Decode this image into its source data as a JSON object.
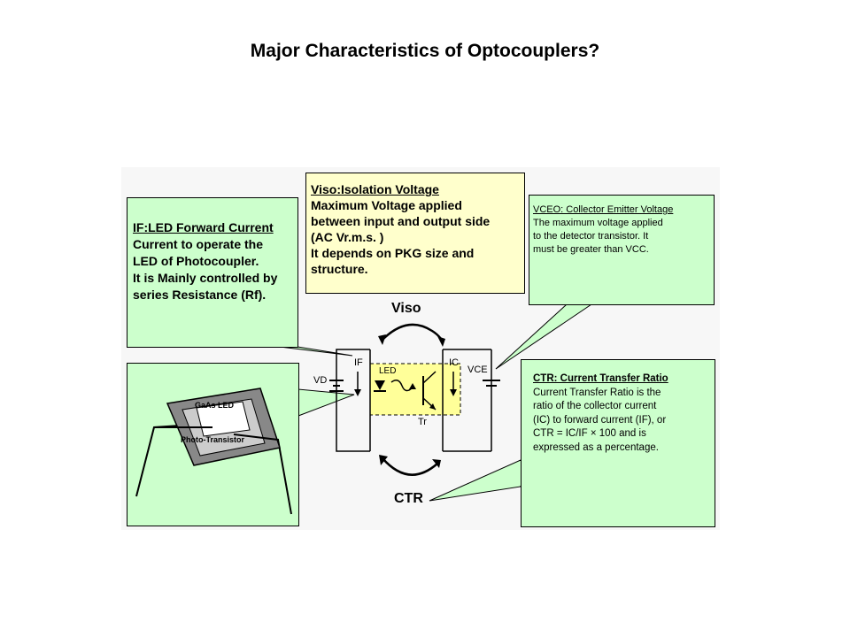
{
  "title": "Major Characteristics of Optocouplers?",
  "if_box": {
    "heading": "IF:LED Forward Current",
    "lines": [
      "Current to operate the",
      "LED of Photocoupler.",
      "It is Mainly controlled by",
      "series Resistance (Rf)."
    ]
  },
  "viso_box": {
    "heading": "Viso:Isolation Voltage",
    "lines": [
      "Maximum Voltage applied",
      "between input and output side",
      "(AC Vr.m.s. )",
      "It depends on PKG size and",
      "structure."
    ]
  },
  "vceo_box": {
    "heading": "VCEO: Collector Emitter Voltage",
    "lines": [
      "The maximum voltage applied",
      "to the detector transistor.  It",
      "must be greater than VCC."
    ]
  },
  "ctr_box": {
    "heading": "CTR: Current Transfer Ratio",
    "lines": [
      "Current Transfer Ratio is the",
      "ratio of the collector current",
      "(IC) to forward current (IF), or",
      "CTR = IC/IF × 100 and is",
      "expressed as a percentage."
    ]
  },
  "circuit": {
    "viso": "Viso",
    "ctr": "CTR",
    "vd": "VD",
    "if": "IF",
    "led": "LED",
    "ic": "IC",
    "vce": "VCE",
    "tr": "Tr"
  },
  "package": {
    "led_label": "GaAs LED",
    "transistor_label": "Photo-Transistor"
  },
  "colors": {
    "green": "#ccffcc",
    "yellow": "#ffffcc",
    "led_region": "#ffff99"
  }
}
